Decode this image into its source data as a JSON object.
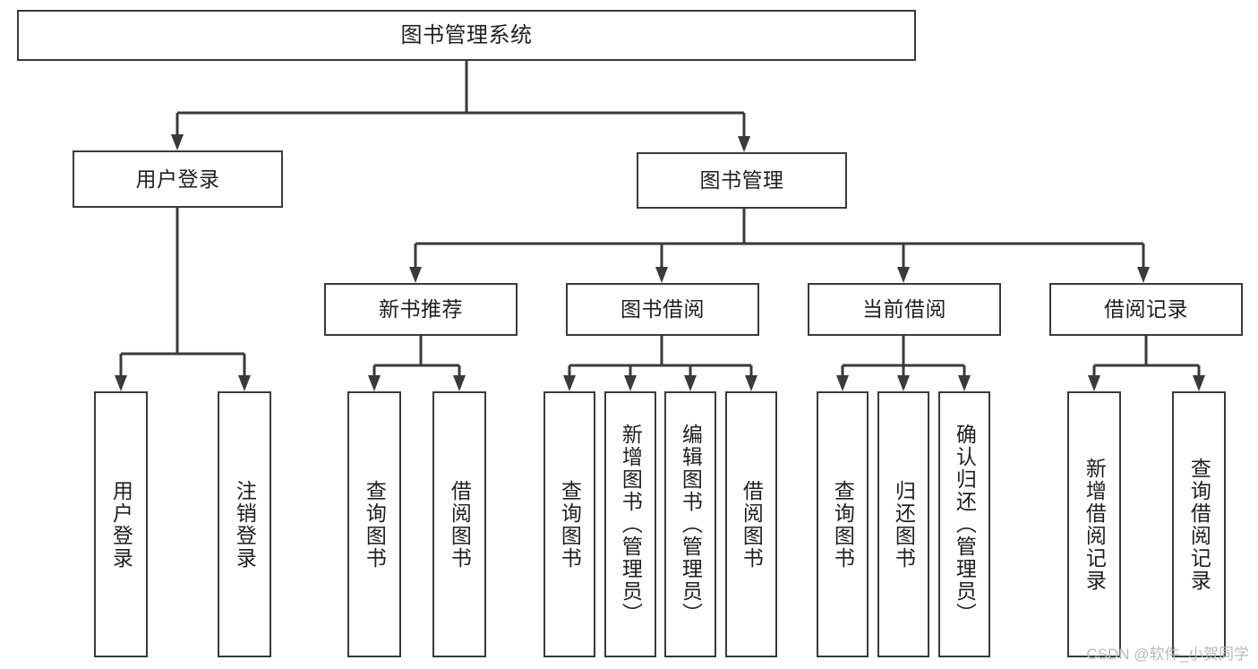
{
  "diagram": {
    "title": "图书管理系统",
    "type": "tree",
    "watermark": "CSDN @软件_小贺同学",
    "colors": {
      "box_border": "#3a3a3a",
      "box_fill": "#ffffff",
      "connector": "#3a3a3a",
      "text": "#1f1f1f",
      "watermark": "#b9b9b9",
      "background": "#ffffff"
    },
    "nodes": {
      "root": {
        "label": "图书管理系统"
      },
      "level2": [
        {
          "label": "用户登录"
        },
        {
          "label": "图书管理"
        }
      ],
      "level3": [
        {
          "label": "新书推荐"
        },
        {
          "label": "图书借阅"
        },
        {
          "label": "当前借阅"
        },
        {
          "label": "借阅记录"
        }
      ],
      "leaves_user_login": [
        {
          "label": "用户登录"
        },
        {
          "label": "注销登录"
        }
      ],
      "leaves_new_books": [
        {
          "label": "查询图书"
        },
        {
          "label": "借阅图书"
        }
      ],
      "leaves_book_borrow": [
        {
          "label": "查询图书"
        },
        {
          "label": "新增图书（管理员）"
        },
        {
          "label": "编辑图书（管理员）"
        },
        {
          "label": "借阅图书"
        }
      ],
      "leaves_current_borrow": [
        {
          "label": "查询图书"
        },
        {
          "label": "归还图书"
        },
        {
          "label": "确认归还（管理员）"
        }
      ],
      "leaves_borrow_records": [
        {
          "label": "新增借阅记录"
        },
        {
          "label": "查询借阅记录"
        }
      ]
    }
  }
}
